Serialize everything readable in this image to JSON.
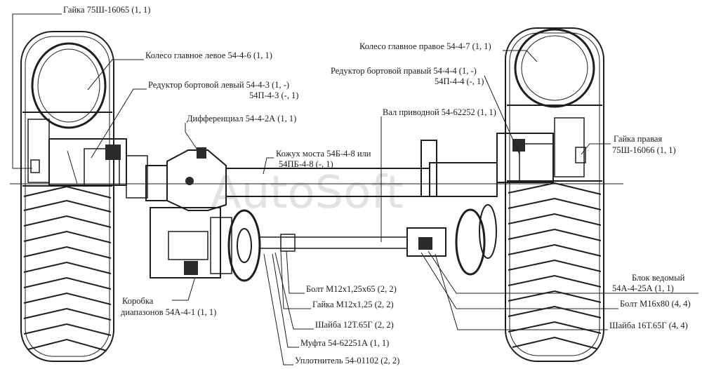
{
  "watermark": "AutoSoft",
  "labels": {
    "nut_left": "Гайка 75Ш-16065 (1, 1)",
    "wheel_left": "Колесо главное левое 54-4-6 (1, 1)",
    "reducer_left_1": "Редуктор бортовой левый 54-4-3 (1, -)",
    "reducer_left_2": "54П-4-3 (-, 1)",
    "differential": "Дифференциал 54-4-2А (1, 1)",
    "housing_1": "Кожух моста 54Б-4-8 или",
    "housing_2": "54ПБ-4-8 (-, 1)",
    "shaft": "Вал приводной 54-62252 (1, 1)",
    "wheel_right": "Колесо главное правое 54-4-7 (1, 1)",
    "reducer_right_1": "Редуктор бортовой правый 54-4-4 (1, -)",
    "reducer_right_2": "54П-4-4 (-, 1)",
    "nut_right_1": "Гайка правая",
    "nut_right_2": "75Ш-16066 (1, 1)",
    "gearbox_1": "Коробка",
    "gearbox_2": "диапазонов 54А-4-1 (1, 1)",
    "bolt_m12": "Болт М12х1,25х65 (2, 2)",
    "nut_m12": "Гайка М12х1,25 (2, 2)",
    "washer_12": "Шайба 12Т.65Г (2, 2)",
    "coupling": "Муфта 54-62251А (1, 1)",
    "seal": "Уплотнитель 54-01102 (2, 2)",
    "block_1": "Блок ведомый",
    "block_2": "54А-4-25А (1, 1)",
    "bolt_m16": "Болт М16х80 (4, 4)",
    "washer_16": "Шайба 16Т.65Г (4, 4)"
  }
}
